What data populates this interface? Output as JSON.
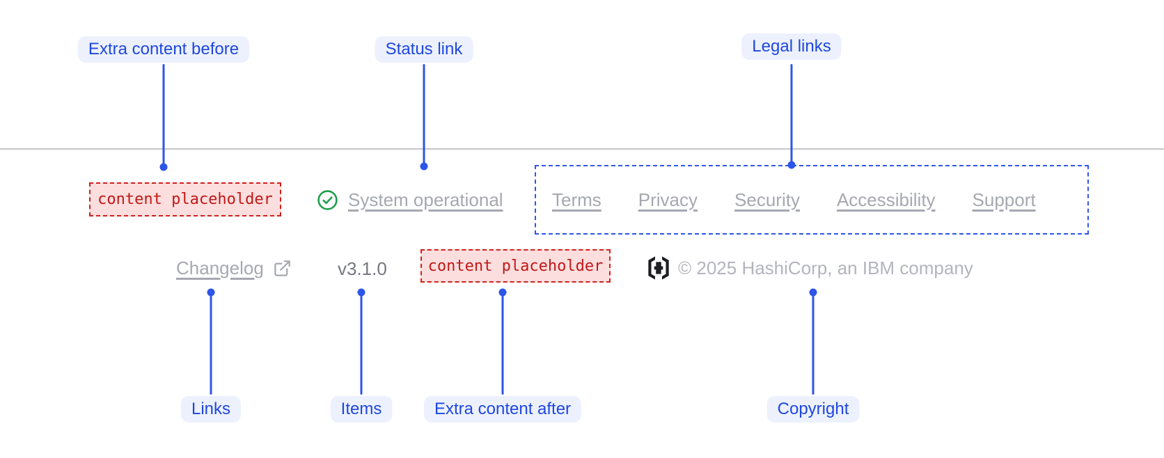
{
  "annotations": {
    "extra_content_before": {
      "label": "Extra content before"
    },
    "status_link": {
      "label": "Status link"
    },
    "legal_links": {
      "label": "Legal links"
    },
    "links": {
      "label": "Links"
    },
    "items": {
      "label": "Items"
    },
    "extra_content_after": {
      "label": "Extra content after"
    },
    "copyright": {
      "label": "Copyright"
    }
  },
  "footer": {
    "extra_content_before": {
      "placeholder": "content placeholder"
    },
    "status": {
      "label": "System operational",
      "icon": "check-circle-icon"
    },
    "legal_links": [
      {
        "label": "Terms"
      },
      {
        "label": "Privacy"
      },
      {
        "label": "Security"
      },
      {
        "label": "Accessibility"
      },
      {
        "label": "Support"
      }
    ],
    "links": [
      {
        "label": "Changelog",
        "icon": "external-link-icon"
      }
    ],
    "items": {
      "version": "v3.1.0"
    },
    "extra_content_after": {
      "placeholder": "content placeholder"
    },
    "copyright": {
      "logo": "hashicorp-logo",
      "text": "© 2025 HashiCorp, an IBM company"
    }
  },
  "colors": {
    "annotation_blue": "#1f47e0",
    "annotation_pill_bg": "#ecf1fd",
    "pointer_blue": "#2d55e8",
    "placeholder_red_text": "#c01818",
    "placeholder_red_bg": "#fcdede",
    "placeholder_red_border": "#d0201c",
    "legal_box_border": "#2e56e8",
    "status_green": "#1f9d4d",
    "footer_link_gray": "#a6a8b0",
    "version_gray": "#75787e",
    "copyright_gray": "#b3b5bd",
    "divider_gray": "#c4c6cb",
    "logo_dark": "#1c1e22"
  }
}
